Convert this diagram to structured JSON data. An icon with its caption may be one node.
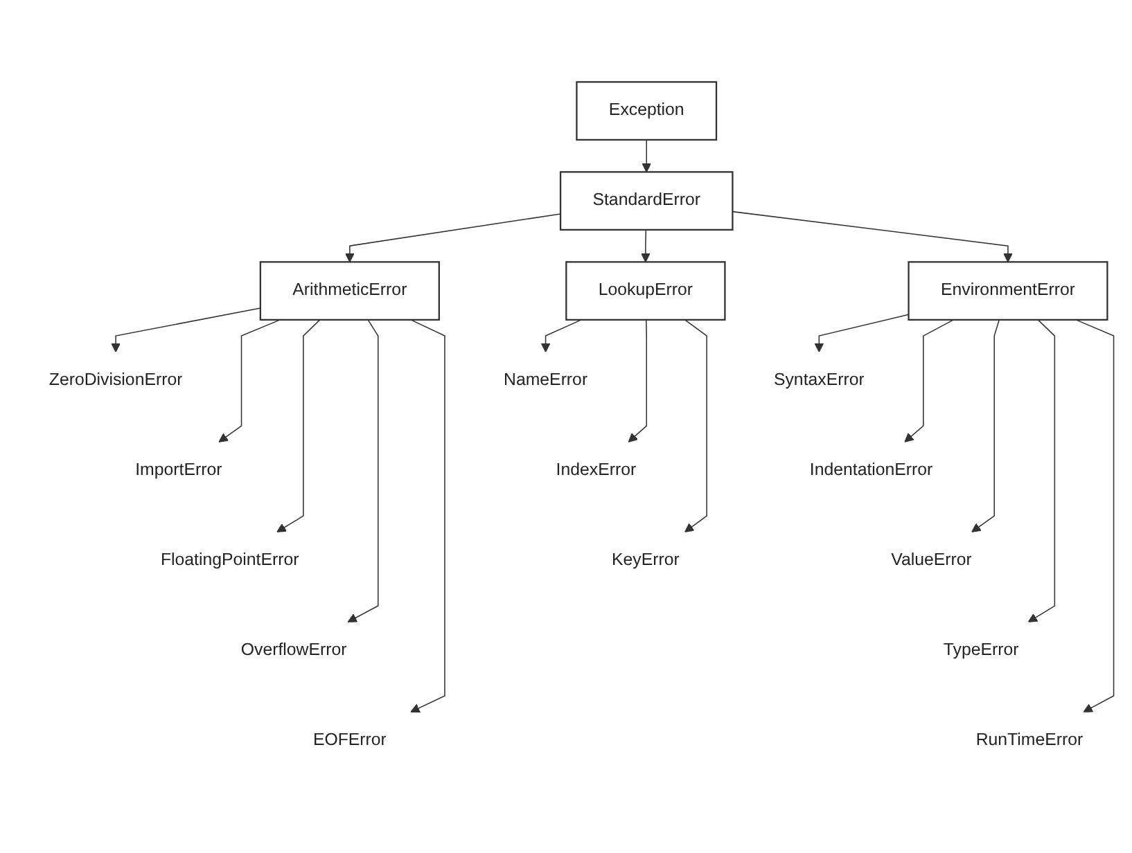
{
  "diagram": {
    "nodes": [
      {
        "text": [
          "Exception"
        ]
      },
      {
        "text": [
          "StandardError"
        ]
      },
      {
        "text": [
          "ArithmeticError"
        ]
      },
      {
        "text": [
          "LookupError"
        ]
      },
      {
        "text": [
          "EnvironmentError"
        ]
      },
      {
        "text": [
          "ZeroDivisionError"
        ]
      },
      {
        "text": [
          "ImportError"
        ]
      },
      {
        "text": [
          "FloatingPointError"
        ]
      },
      {
        "text": [
          "OverflowError"
        ]
      },
      {
        "text": [
          "EOFError"
        ]
      },
      {
        "text": [
          "NameError"
        ]
      },
      {
        "text": [
          "IndexError"
        ]
      },
      {
        "text": [
          "KeyError"
        ]
      },
      {
        "text": [
          "SyntaxError"
        ]
      },
      {
        "text": [
          "IndentationError"
        ]
      },
      {
        "text": [
          "ValueError"
        ]
      },
      {
        "text": [
          "TypeError"
        ]
      },
      {
        "text": [
          "RunTimeError"
        ]
      }
    ],
    "edges": [
      {
        "from": 0,
        "to": 1,
        "arrow": "to"
      },
      {
        "from": 1,
        "to": 2,
        "arrow": "to"
      },
      {
        "from": 1,
        "to": 3,
        "arrow": "to"
      },
      {
        "from": 1,
        "to": 4,
        "arrow": "to"
      },
      {
        "from": 2,
        "to": 5,
        "arrow": "to"
      },
      {
        "from": 2,
        "to": 6,
        "arrow": "to"
      },
      {
        "from": 2,
        "to": 7,
        "arrow": "to"
      },
      {
        "from": 2,
        "to": 8,
        "arrow": "to"
      },
      {
        "from": 2,
        "to": 9,
        "arrow": "to"
      },
      {
        "from": 3,
        "to": 10,
        "arrow": "to"
      },
      {
        "from": 3,
        "to": 11,
        "arrow": "to"
      },
      {
        "from": 3,
        "to": 12,
        "arrow": "to"
      },
      {
        "from": 4,
        "to": 13,
        "arrow": "to"
      },
      {
        "from": 4,
        "to": 14,
        "arrow": "to"
      },
      {
        "from": 4,
        "to": 15,
        "arrow": "to"
      },
      {
        "from": 4,
        "to": 16,
        "arrow": "to"
      },
      {
        "from": 4,
        "to": 17,
        "arrow": "to"
      }
    ]
  }
}
